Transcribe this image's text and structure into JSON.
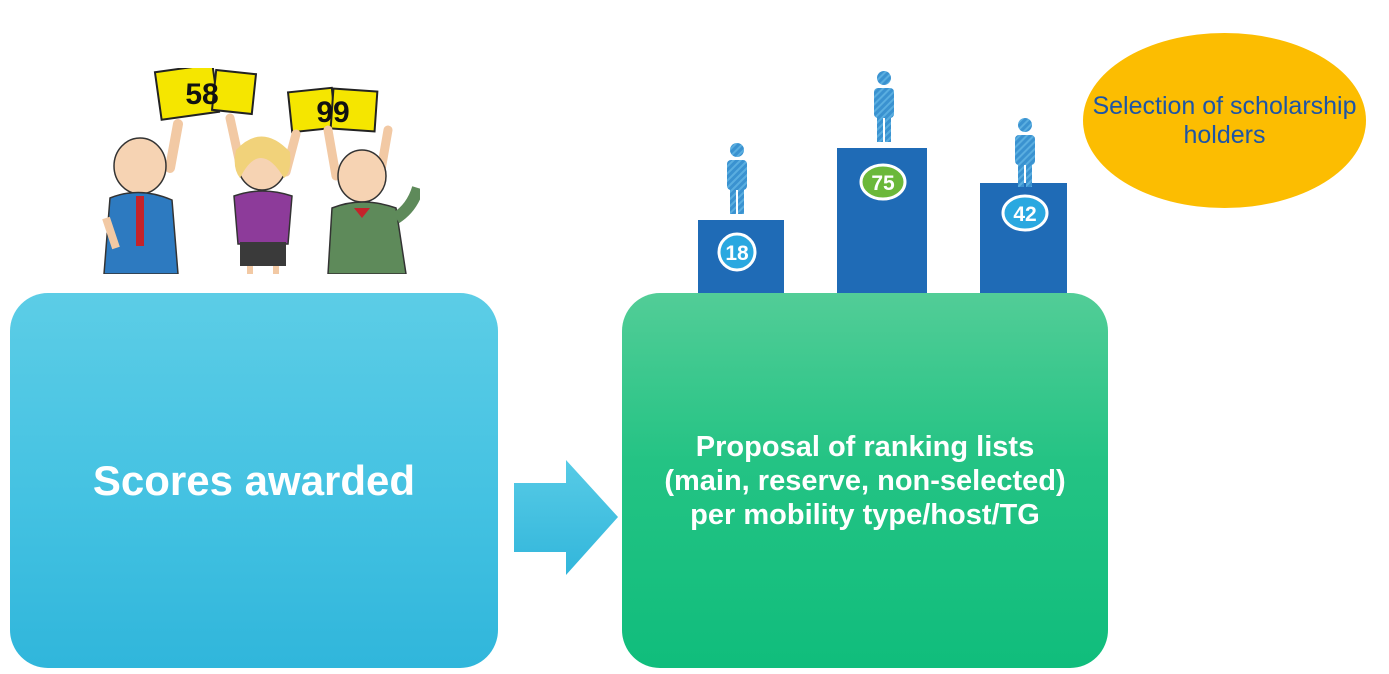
{
  "boxes": {
    "scores": "Scores awarded",
    "proposal": "Proposal of ranking lists (main, reserve, non-selected) per mobility type/host/TG"
  },
  "selection": "Selection of scholarship holders",
  "judges_cards": [
    "58",
    "99"
  ],
  "podium": {
    "left": "18",
    "center": "75",
    "right": "42"
  },
  "colors": {
    "scores_box": "#44c2e2",
    "proposal_box": "#1dc181",
    "arrow": "#43c0e0",
    "ellipse": "#fcbd01",
    "ellipse_text": "#1d55a6",
    "podium": "#1f6bb6",
    "person": "#3a92d0",
    "badge_blue": "#2aa8e0",
    "badge_green": "#6bb83a",
    "card_yellow": "#f5e600"
  },
  "icons": [
    "judges-illustration",
    "podium-icon",
    "person-icon",
    "right-arrow-icon"
  ]
}
